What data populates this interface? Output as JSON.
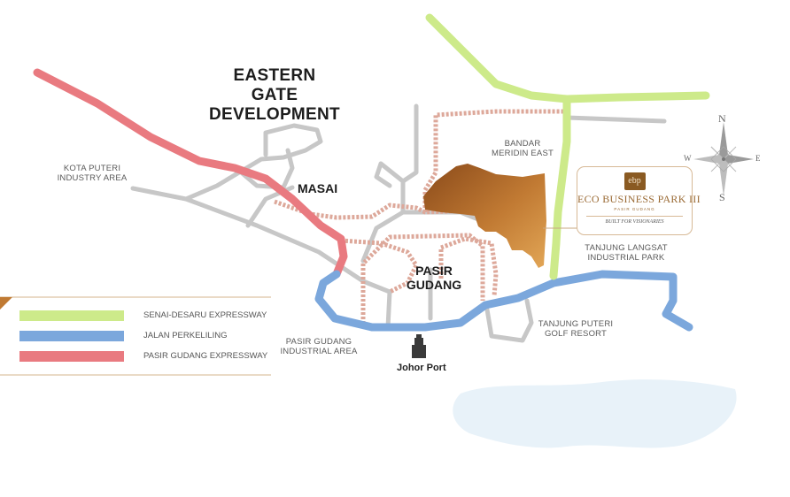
{
  "title_line1": "EASTERN",
  "title_line2": "GATE DEVELOPMENT",
  "places": {
    "kota_puteri": "KOTA PUTERI\nINDUSTRY AREA",
    "masai": "MASAI",
    "pasir_gudang": "PASIR\nGUDANG",
    "bandar_meridin": "BANDAR\nMERIDIN EAST",
    "tanjung_langsat": "TANJUNG LANGSAT\nINDUSTRIAL PARK",
    "tanjung_puteri": "TANJUNG PUTERI\nGOLF RESORT",
    "pasir_gudang_ind": "PASIR GUDANG\nINDUSTRIAL AREA",
    "johor_port": "Johor Port"
  },
  "compass": {
    "n": "N",
    "s": "S",
    "e": "E",
    "w": "W"
  },
  "project": {
    "logo_text": "ebp",
    "name": "ECO BUSINESS PARK III",
    "subtitle": "PASIR GUDANG",
    "tagline": "BUILT FOR VISIONARIES",
    "color": "#b8742f"
  },
  "legend": [
    {
      "label": "SENAI-DESARU EXPRESSWAY",
      "color": "#cdea8a"
    },
    {
      "label": "JALAN PERKELILING",
      "color": "#7ba7dc"
    },
    {
      "label": "PASIR GUDANG EXPRESSWAY",
      "color": "#e97a80"
    }
  ],
  "colors": {
    "minor_road": "#c7c7c7",
    "railway": "#dda89a",
    "senai_desaru": "#cdea8a",
    "perkeliling": "#7ba7dc",
    "pasir_gudang_exp": "#e97a80",
    "water": "#e7f1f8"
  }
}
